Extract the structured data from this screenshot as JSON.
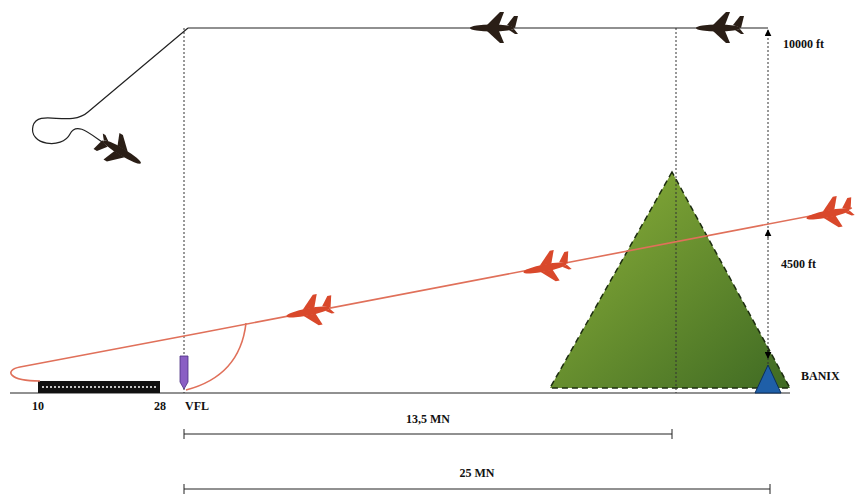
{
  "diagram": {
    "labels": [
      "10000 ft",
      "4500 ft",
      "BANIX",
      "10",
      "28",
      "VFL",
      "13,5 MN",
      "25 MN"
    ]
  }
}
